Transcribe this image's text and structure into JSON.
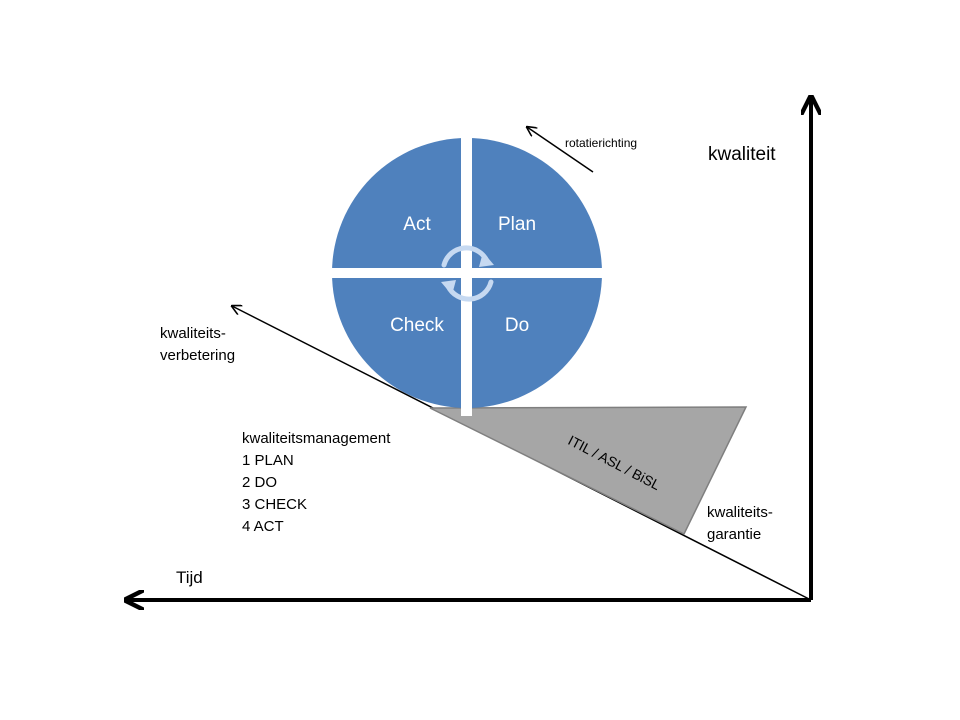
{
  "axes": {
    "vertical_label": "kwaliteit",
    "horizontal_label": "Tijd"
  },
  "pdca_circle": {
    "quadrants": {
      "act": "Act",
      "plan": "Plan",
      "check": "Check",
      "do": "Do"
    },
    "rotation_label": "rotatierichting",
    "colors": {
      "fill": "#4f81bd",
      "divider": "#ffffff",
      "rotate_icon": "#c6d9f1"
    }
  },
  "slope": {
    "improvement_label_line1": "kwaliteits-",
    "improvement_label_line2": "verbetering"
  },
  "wedge": {
    "label": "ITIL / ASL / BiSL",
    "colors": {
      "fill": "#a6a6a6",
      "stroke": "#7f7f7f"
    },
    "guarantee_label_line1": "kwaliteits-",
    "guarantee_label_line2": "garantie"
  },
  "management_list": {
    "title": "kwaliteitsmanagement",
    "items": [
      "1 PLAN",
      "2 DO",
      "3 CHECK",
      "4 ACT"
    ]
  }
}
